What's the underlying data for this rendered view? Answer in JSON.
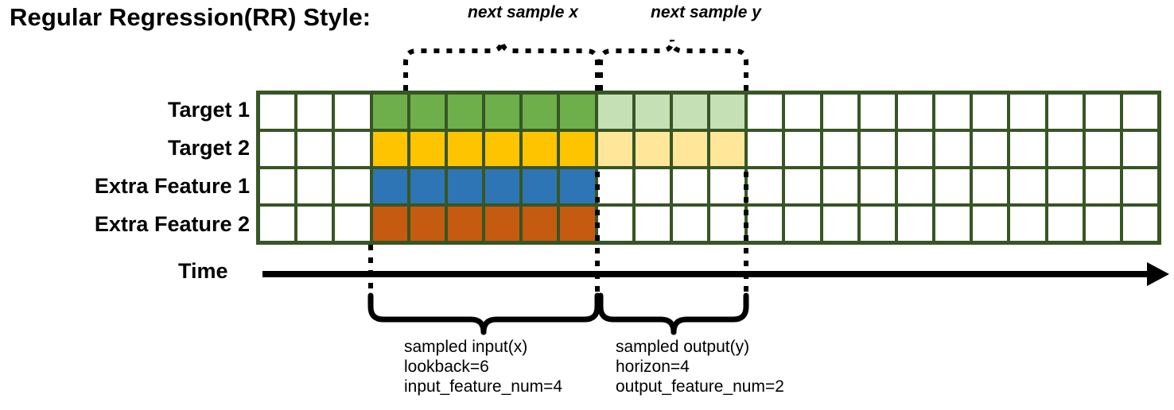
{
  "title": "Regular Regression(RR) Style:",
  "rows": [
    {
      "label": "Target 1",
      "name": "target-1"
    },
    {
      "label": "Target 2",
      "name": "target-2"
    },
    {
      "label": "Extra Feature 1",
      "name": "extra-feature-1"
    },
    {
      "label": "Extra Feature 2",
      "name": "extra-feature-2"
    }
  ],
  "grid": {
    "columns": 24,
    "rows": 4,
    "border_color": "#375623",
    "empty_color": "#ffffff",
    "input_start_col": 3,
    "input_end_col": 9,
    "output_start_col": 9,
    "output_end_col": 13,
    "fills": [
      [
        "#ffffff",
        "#ffffff",
        "#ffffff",
        "#6EAF4B",
        "#6EAF4B",
        "#6EAF4B",
        "#6EAF4B",
        "#6EAF4B",
        "#6EAF4B",
        "#C5E0B4",
        "#C5E0B4",
        "#C5E0B4",
        "#C5E0B4",
        "#ffffff",
        "#ffffff",
        "#ffffff",
        "#ffffff",
        "#ffffff",
        "#ffffff",
        "#ffffff",
        "#ffffff",
        "#ffffff",
        "#ffffff",
        "#ffffff"
      ],
      [
        "#ffffff",
        "#ffffff",
        "#ffffff",
        "#FFC400",
        "#FFC400",
        "#FFC400",
        "#FFC400",
        "#FFC400",
        "#FFC400",
        "#FFE699",
        "#FFE699",
        "#FFE699",
        "#FFE699",
        "#ffffff",
        "#ffffff",
        "#ffffff",
        "#ffffff",
        "#ffffff",
        "#ffffff",
        "#ffffff",
        "#ffffff",
        "#ffffff",
        "#ffffff",
        "#ffffff"
      ],
      [
        "#ffffff",
        "#ffffff",
        "#ffffff",
        "#2E75B6",
        "#2E75B6",
        "#2E75B6",
        "#2E75B6",
        "#2E75B6",
        "#2E75B6",
        "#ffffff",
        "#ffffff",
        "#ffffff",
        "#ffffff",
        "#ffffff",
        "#ffffff",
        "#ffffff",
        "#ffffff",
        "#ffffff",
        "#ffffff",
        "#ffffff",
        "#ffffff",
        "#ffffff",
        "#ffffff",
        "#ffffff"
      ],
      [
        "#ffffff",
        "#ffffff",
        "#ffffff",
        "#C55A11",
        "#C55A11",
        "#C55A11",
        "#C55A11",
        "#C55A11",
        "#C55A11",
        "#ffffff",
        "#ffffff",
        "#ffffff",
        "#ffffff",
        "#ffffff",
        "#ffffff",
        "#ffffff",
        "#ffffff",
        "#ffffff",
        "#ffffff",
        "#ffffff",
        "#ffffff",
        "#ffffff",
        "#ffffff",
        "#ffffff"
      ]
    ]
  },
  "top_annotations": {
    "next_sample_x": "next sample x",
    "next_sample_y": "next sample y"
  },
  "time_axis": {
    "label": "Time"
  },
  "bottom_annotations": {
    "input": {
      "line1": "sampled input(x)",
      "line2": "lookback=6",
      "line3": "input_feature_num=4"
    },
    "output": {
      "line1": "sampled output(y)",
      "line2": "horizon=4",
      "line3": "output_feature_num=2"
    }
  },
  "colors": {
    "target1_dark": "#6EAF4B",
    "target1_light": "#C5E0B4",
    "target2_dark": "#FFC400",
    "target2_light": "#FFE699",
    "feature1": "#2E75B6",
    "feature2": "#C55A11",
    "grid_line": "#375623",
    "axis": "#000000"
  }
}
